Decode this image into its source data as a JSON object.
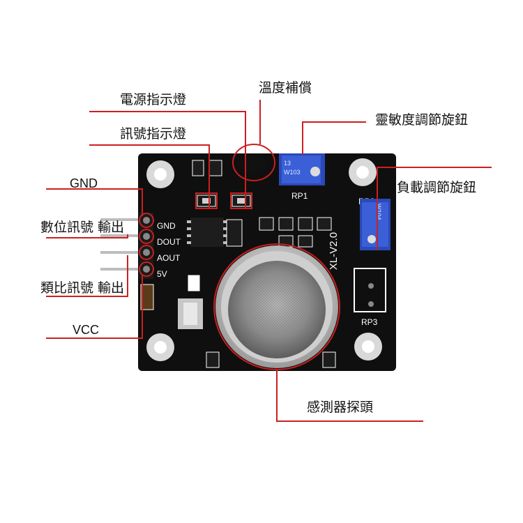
{
  "labels": {
    "power_led": "電源指示燈",
    "temp_comp": "溫度補償",
    "signal_led": "訊號指示燈",
    "sensitivity_knob": "靈敏度調節旋鈕",
    "gnd": "GND",
    "load_knob": "負載調節旋鈕",
    "digital_out": "數位訊號 輸出",
    "analog_out": "類比訊號 輸出",
    "vcc": "VCC",
    "sensor_head": "感測器探頭"
  },
  "board": {
    "pins": [
      "GND",
      "DOUT",
      "AOUT",
      "5V"
    ],
    "version": "XL-V2.0",
    "rp1": "RP1",
    "rp2": "RP2",
    "rp3": "RP3",
    "pot_code": "W103",
    "pot_code2": "W104",
    "pot_num": "13"
  },
  "colors": {
    "annotation": "#cc1f1f",
    "board": "#111111",
    "pot": "#2b49b8"
  }
}
